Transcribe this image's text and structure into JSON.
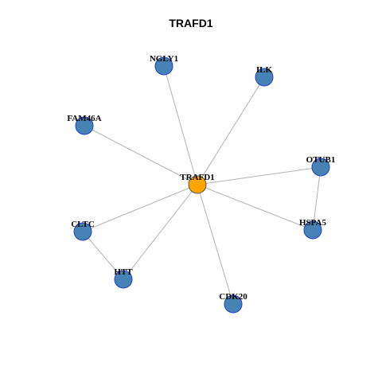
{
  "title": "TRAFD1",
  "colors": {
    "center_fill": "#FFA500",
    "center_stroke": "#555555",
    "node_fill": "#4682B4",
    "node_stroke": "#1F3FCF",
    "edge": "#B3B3B3",
    "background": "#FFFFFF"
  },
  "nodes": [
    {
      "id": "TRAFD1",
      "label": "TRAFD1",
      "role": "center"
    },
    {
      "id": "NGLY1",
      "label": "NGLY1",
      "role": "neighbor"
    },
    {
      "id": "ILK",
      "label": "ILK",
      "role": "neighbor"
    },
    {
      "id": "FAM46A",
      "label": "FAM46A",
      "role": "neighbor"
    },
    {
      "id": "OTUB1",
      "label": "OTUB1",
      "role": "neighbor"
    },
    {
      "id": "HSPA5",
      "label": "HSPA5",
      "role": "neighbor"
    },
    {
      "id": "CLTC",
      "label": "CLTC",
      "role": "neighbor"
    },
    {
      "id": "HTT",
      "label": "HTT",
      "role": "neighbor"
    },
    {
      "id": "CDK20",
      "label": "CDK20",
      "role": "neighbor"
    }
  ],
  "edges": [
    [
      "TRAFD1",
      "NGLY1"
    ],
    [
      "TRAFD1",
      "ILK"
    ],
    [
      "TRAFD1",
      "FAM46A"
    ],
    [
      "TRAFD1",
      "OTUB1"
    ],
    [
      "TRAFD1",
      "HSPA5"
    ],
    [
      "TRAFD1",
      "CLTC"
    ],
    [
      "TRAFD1",
      "HTT"
    ],
    [
      "TRAFD1",
      "CDK20"
    ],
    [
      "OTUB1",
      "HSPA5"
    ],
    [
      "CLTC",
      "HTT"
    ]
  ]
}
